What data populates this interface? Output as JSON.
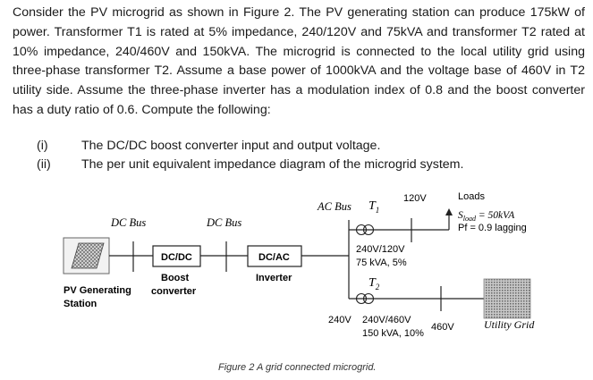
{
  "problem": {
    "paragraph": "Consider the PV microgrid as shown in Figure 2. The PV generating station can produce 175kW of power. Transformer T1 is rated at 5% impedance, 240/120V and 75kVA and transformer T2 rated at 10% impedance, 240/460V and 150kVA. The microgrid is connected to the local utility grid using three-phase transformer T2. Assume a base power of 1000kVA and the voltage base of 460V in T2 utility side. Assume the three-phase inverter has a modulation index of 0.8 and the boost converter has a duty ratio of 0.6. Compute the following:",
    "items": [
      {
        "num": "(i)",
        "text": "The DC/DC boost converter input and output voltage."
      },
      {
        "num": "(ii)",
        "text": "The per unit equivalent impedance diagram of the microgrid system."
      }
    ]
  },
  "figure": {
    "dc_bus_left": "DC Bus",
    "dc_bus_right": "DC Bus",
    "ac_bus": "AC Bus",
    "t1": "T",
    "t1_sub": "1",
    "t2": "T",
    "t2_sub": "2",
    "v120": "120V",
    "loads": "Loads",
    "sload_s": "S",
    "sload_sub": "load",
    "sload_val": " = 50kVA",
    "pf": "Pf = 0.9 lagging",
    "dcdc": "DC/DC",
    "boost1": "Boost",
    "boost2": "converter",
    "dcac": "DC/AC",
    "inverter": "Inverter",
    "pv1": "PV Generating",
    "pv2": "Station",
    "t1_rating1": "240V/120V",
    "t1_rating2": "75 kVA, 5%",
    "v240": "240V",
    "t2_rating1": "240V/460V",
    "t2_rating2": "150 kVA, 10%",
    "v460": "460V",
    "utility": "Utility Grid",
    "caption": "Figure 2 A grid connected microgrid."
  }
}
